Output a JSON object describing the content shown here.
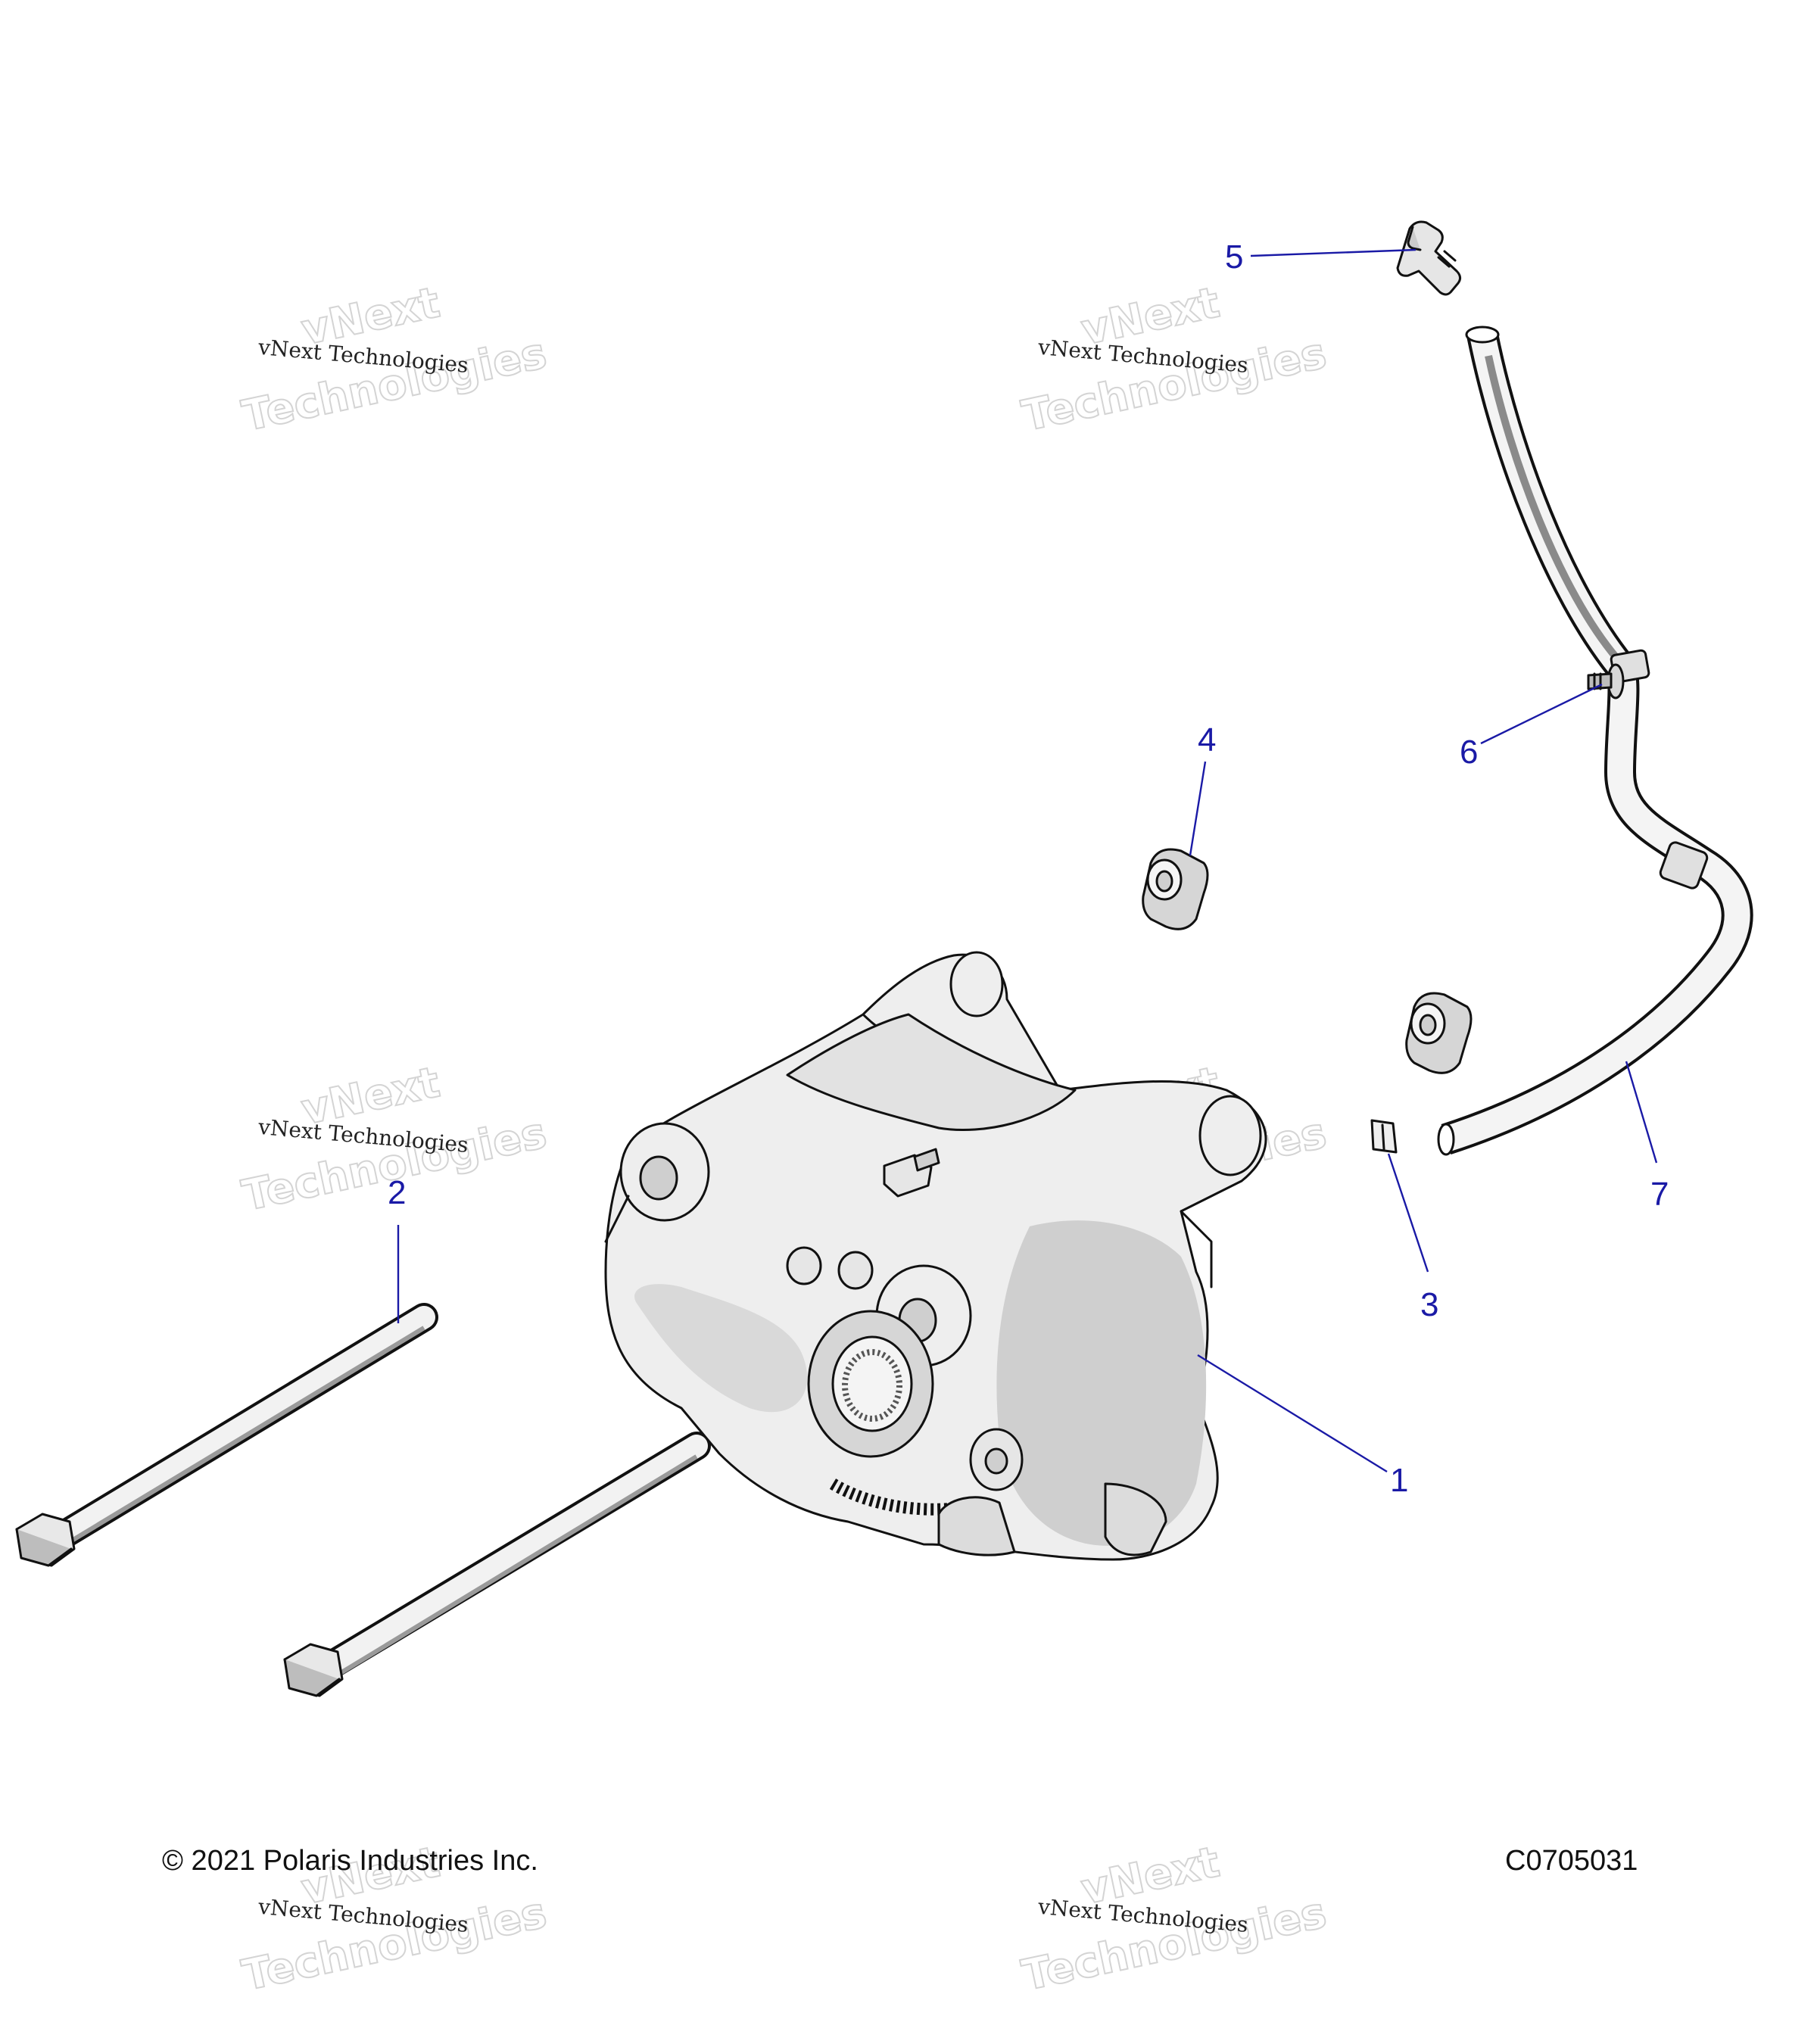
{
  "diagram": {
    "callouts": [
      {
        "id": "1",
        "label": "1"
      },
      {
        "id": "2",
        "label": "2"
      },
      {
        "id": "3",
        "label": "3"
      },
      {
        "id": "4",
        "label": "4"
      },
      {
        "id": "5",
        "label": "5"
      },
      {
        "id": "6",
        "label": "6"
      },
      {
        "id": "7",
        "label": "7"
      }
    ],
    "copyright": "© 2021 Polaris Industries Inc.",
    "drawing_number": "C0705031",
    "watermark": {
      "line_small": "vNext Technologies",
      "line_top": "vNext",
      "line_bottom": "Technologies"
    },
    "colors": {
      "callout": "#1a1aa6",
      "outline": "#111111",
      "housing_fill": "#eeeeee",
      "housing_shade": "#cfcfcf",
      "watermark_outline": "#d4d4d4"
    }
  }
}
